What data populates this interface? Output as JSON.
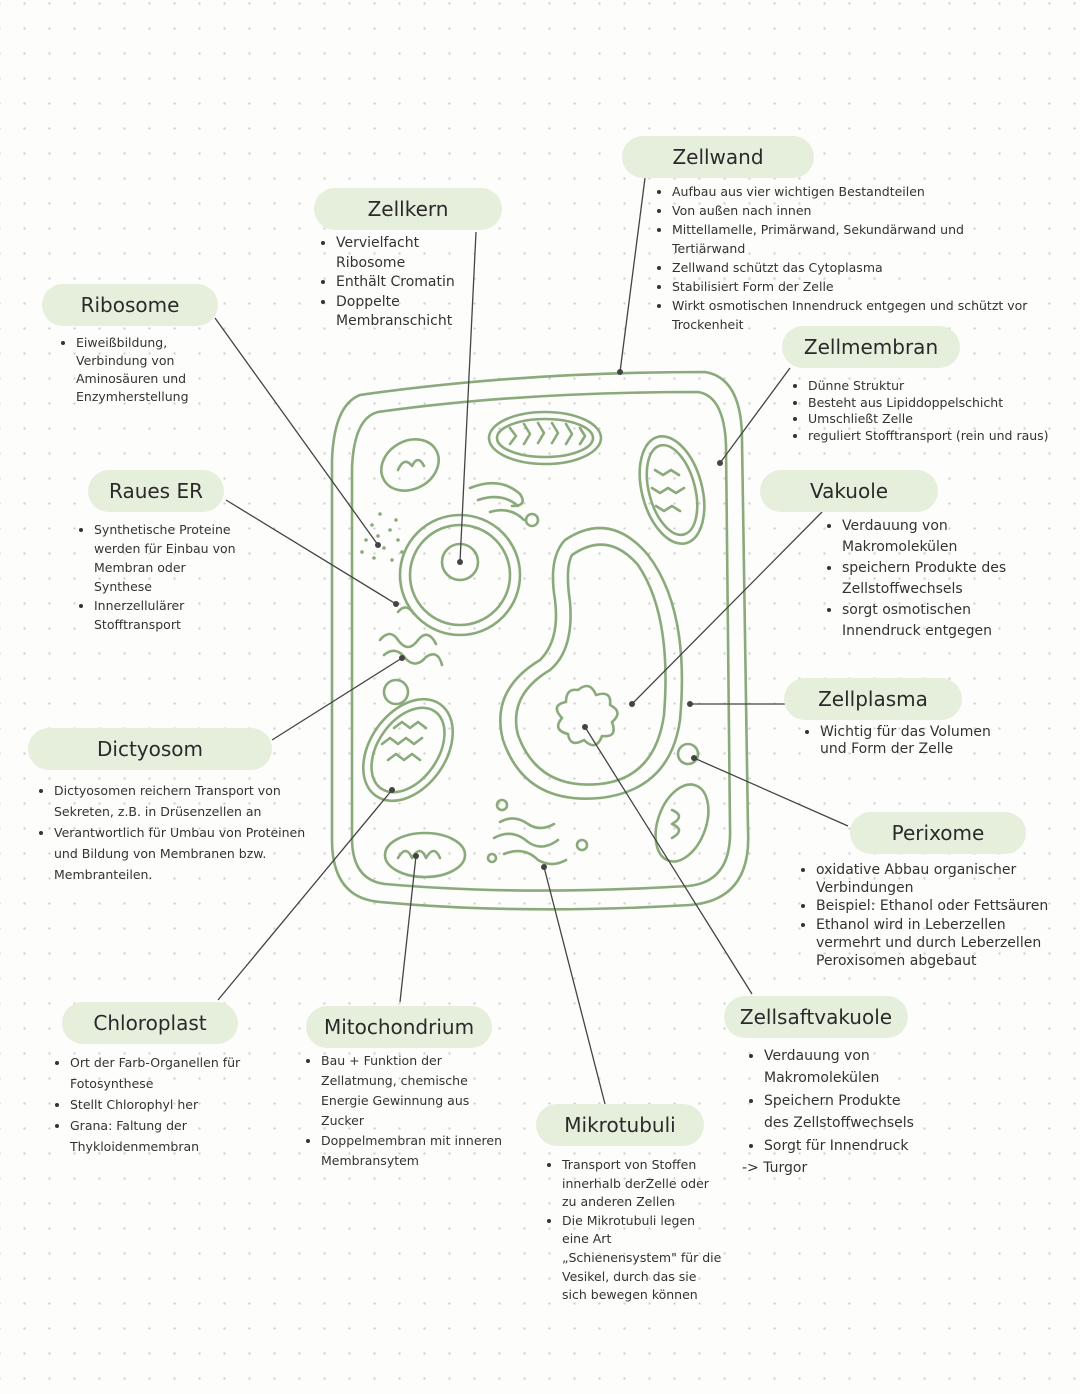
{
  "theme": {
    "accent": "#8aaa7b",
    "pill": "#e6efdc",
    "line": "#444444"
  },
  "organelles": {
    "zellwand": {
      "title": "Zellwand",
      "items": [
        "Aufbau aus vier wichtigen Bestandteilen",
        "Von außen nach innen",
        "Mittellamelle, Primärwand, Sekundärwand und Tertiärwand",
        "Zellwand schützt das Cytoplasma",
        "Stabilisiert Form der Zelle",
        "Wirkt osmotischen Innendruck entgegen und schützt vor Trockenheit"
      ]
    },
    "zellkern": {
      "title": "Zellkern",
      "items": [
        "Vervielfacht Ribosome",
        "Enthält Cromatin",
        "Doppelte Membranschicht"
      ]
    },
    "ribosome": {
      "title": "Ribosome",
      "items": [
        "Eiweißbildung, Verbindung von Aminosäuren und Enzymherstellung"
      ]
    },
    "zellmembran": {
      "title": "Zellmembran",
      "items": [
        "Dünne Struktur",
        "Besteht aus Lipiddoppelschicht",
        "Umschließt Zelle",
        "reguliert Stofftransport (rein und raus)"
      ]
    },
    "raues_er": {
      "title": "Raues ER",
      "items": [
        "Synthetische Proteine werden für Einbau von Membran oder Synthese",
        "Innerzellulärer Stofftransport"
      ]
    },
    "vakuole": {
      "title": "Vakuole",
      "items": [
        "Verdauung von Makromolekülen",
        "speichern Produkte des Zellstoffwechsels",
        "sorgt osmotischen Innendruck entgegen"
      ]
    },
    "zellplasma": {
      "title": "Zellplasma",
      "items": [
        "Wichtig für das Volumen und Form der Zelle"
      ]
    },
    "dictyosom": {
      "title": "Dictyosom",
      "items": [
        "Dictyosomen reichern Transport von Sekreten, z.B. in Drüsenzellen an",
        "Verantwortlich für Umbau von Proteinen und Bildung von Membranen bzw. Membranteilen."
      ]
    },
    "perixome": {
      "title": "Perixome",
      "items": [
        "oxidative Abbau organischer Verbindungen",
        "Beispiel: Ethanol oder Fettsäuren",
        "Ethanol wird in Leberzellen vermehrt und durch Leberzellen Peroxisomen abgebaut"
      ]
    },
    "chloroplast": {
      "title": "Chloroplast",
      "items": [
        "Ort der Farb-Organellen für Fotosynthese",
        "Stellt Chlorophyl her",
        "Grana: Faltung der Thykloidenmembran"
      ]
    },
    "mitochondrium": {
      "title": "Mitochondrium",
      "items": [
        "Bau + Funktion der Zellatmung, chemische Energie Gewinnung aus Zucker",
        "Doppelmembran mit inneren Membransytem"
      ]
    },
    "zellsaftvakuole": {
      "title": "Zellsaftvakuole",
      "items": [
        "Verdauung von Makromolekülen",
        "Speichern Produkte des Zellstoffwechsels",
        "Sorgt für Innendruck"
      ],
      "note": "-> Turgor"
    },
    "mikrotubuli": {
      "title": "Mikrotubuli",
      "items": [
        "Transport von Stoffen innerhalb derZelle oder zu anderen Zellen",
        "Die Mikrotubuli legen eine Art „Schienensystem\" für die Vesikel, durch das sie sich bewegen können"
      ]
    }
  }
}
